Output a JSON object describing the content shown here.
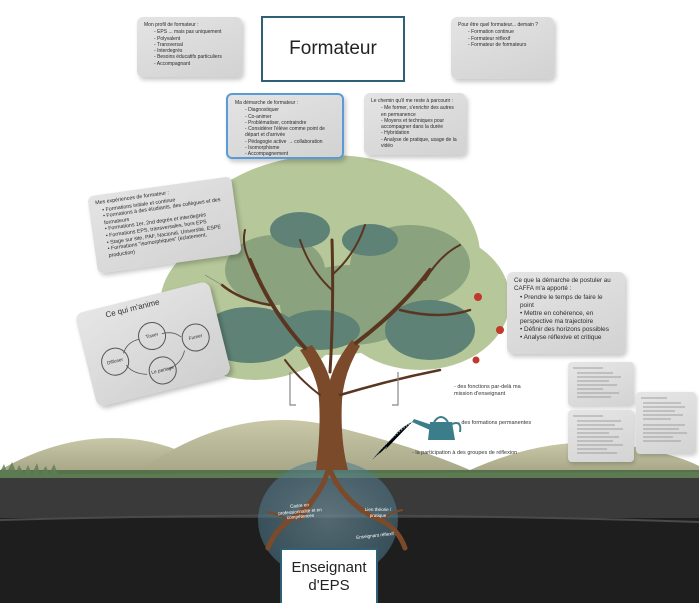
{
  "title_top": "Formateur",
  "title_bottom_line1": "Enseignant",
  "title_bottom_line2": "d'EPS",
  "notes": {
    "profil": {
      "head": "Mon profil de formateur :",
      "items": [
        "EPS ... mais pas uniquement",
        "Polyvalent",
        "Transversal",
        "Interdegrés",
        "Besoins éducatifs particuliers",
        "Accompagnant"
      ]
    },
    "pour_etre": {
      "head": "Pour être quel formateur... demain ?",
      "items": [
        "Formation continue",
        "Formateur réflexif",
        "Formateur de formateurs"
      ]
    },
    "demarche": {
      "head": "Ma démarche de formateur :",
      "items": [
        "Diagnostiquer",
        "Co-animer",
        "Problématiser, contraindre",
        "Considérer l'élève comme point de départ et d'arrivée",
        "Pédagogie active → collaboration",
        "Isomorphisme",
        "Accompagnement"
      ]
    },
    "chemin": {
      "head": "Le chemin qu'il me reste à parcourir :",
      "items": [
        "Me former, s'enrichir des autres en permanence",
        "Moyens et techniques pour accompagner dans la durée",
        "Hybridation",
        "Analyse de pratique, usage de la vidéo"
      ]
    },
    "experiences": {
      "head": "Mes expériences de formateur :",
      "items": [
        "Formations initiale et continue",
        "Formations à des étudiants, des collègues et des formateurs",
        "Formations 1er, 2nd degrés et interdegrés",
        "Formations EPS, transversales, hors EPS",
        "Stage sur site, PAF, Nacional, Université, ESPE",
        "Formations \"isomorphiques\" (éclatement, production)"
      ]
    },
    "cafa": {
      "head": "Ce que la démarche de postuler au CAFFA m'a apporté :",
      "items": [
        "Prendre le temps de faire le point",
        "Mettre en cohérence, en perspective ma trajectoire",
        "Définir des horizons possibles",
        "Analyse réflexive et critique"
      ]
    }
  },
  "anime": {
    "title": "Ce qui m'anime",
    "circles": [
      "Diffuser",
      "Tisser",
      "Fumer",
      "Le partage"
    ]
  },
  "branches": [
    "- des fonctions par-delà ma mission d'enseignant",
    "- des formations permanentes",
    "- la participation à des groupes de réflexion"
  ],
  "roots": {
    "left": "Cadre en professionnalité et en compétences",
    "right": "Lien théorie / pratique",
    "bottom": "Enseignant réflexif"
  },
  "colors": {
    "frame": "#2f6076",
    "leaf_light": "#b6c79a",
    "leaf_mid": "#8aa27e",
    "leaf_dark": "#5f8277",
    "trunk": "#7a4a2a",
    "apple": "#c0392b",
    "can": "#3c7d8c",
    "ground_dark": "#2b2b2b",
    "grass": "#56724c",
    "highlight": "#5b9bd5"
  }
}
